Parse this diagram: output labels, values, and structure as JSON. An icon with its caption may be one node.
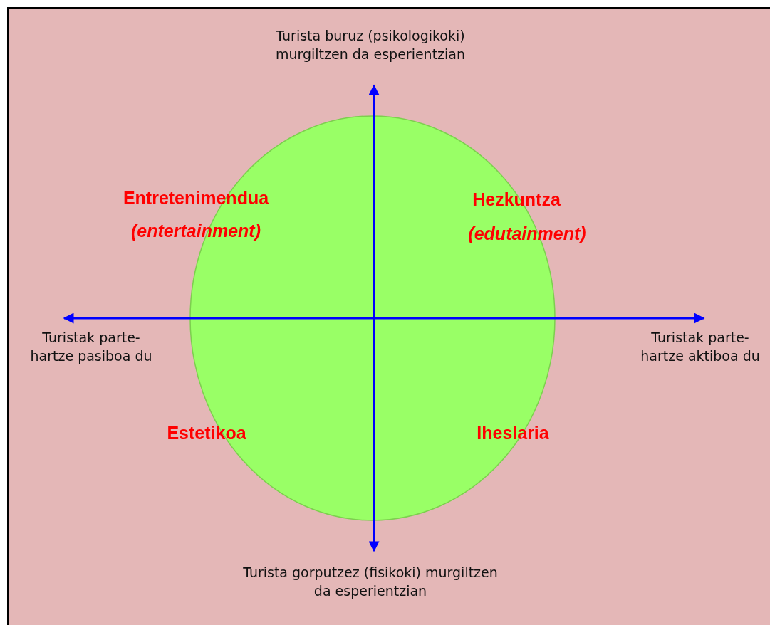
{
  "diagram": {
    "labels": [
      "Turista buruz (psikologikoki) murgiltzen da esperientzian",
      "Entretenimendua",
      "(entertainment)",
      "Hezkuntza",
      "(edutainment)",
      "Turistak parte- hartze pasiboa du",
      "Turistak parte- hartze aktiboa du",
      "Estetikoa",
      "Iheslaria",
      "Turista gorputzez (fisikoki) murgiltzen da esperientzian"
    ]
  }
}
